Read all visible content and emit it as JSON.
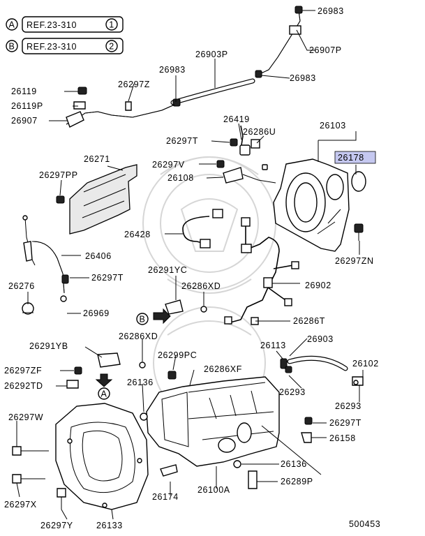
{
  "references": [
    {
      "marker": "A",
      "text": "REF.23-310",
      "num": "1"
    },
    {
      "marker": "B",
      "text": "REF.23-310",
      "num": "2"
    }
  ],
  "highlight_color": "#c5c8f0",
  "parts": {
    "p26983a": "26983",
    "p26907p": "26907P",
    "p26903p": "26903P",
    "p26983b": "26983",
    "p26983c": "26983",
    "p26119": "26119",
    "p26297z": "26297Z",
    "p26119p": "26119P",
    "p26907": "26907",
    "p26419": "26419",
    "p26103": "26103",
    "p26297t_a": "26297T",
    "p26286u": "26286U",
    "p26178": "26178",
    "p26271": "26271",
    "p26297v": "26297V",
    "p26297pp": "26297PP",
    "p26108": "26108",
    "p26428": "26428",
    "p26406": "26406",
    "p26297zn": "26297ZN",
    "p26291yc": "26291YC",
    "p26276": "26276",
    "p26297t_b": "26297T",
    "p26286xd_a": "26286XD",
    "p26902": "26902",
    "p26969": "26969",
    "p26286t": "26286T",
    "p26286xd_b": "26286XD",
    "p26903": "26903",
    "p26291yb": "26291YB",
    "p26113": "26113",
    "p26299pc": "26299PC",
    "p26102": "26102",
    "p26297zf": "26297ZF",
    "p26286xf": "26286XF",
    "p26292td": "26292TD",
    "p26136a": "26136",
    "p26293a": "26293",
    "p26293b": "26293",
    "p26297w": "26297W",
    "p26297t_c": "26297T",
    "p26158": "26158",
    "p26136b": "26136",
    "p26289p": "26289P",
    "p26297x": "26297X",
    "p26174": "26174",
    "p26100a": "26100A",
    "p26297y": "26297Y",
    "p26133": "26133"
  },
  "callouts": {
    "a": "A",
    "b": "B"
  },
  "diagram_code": "500453"
}
